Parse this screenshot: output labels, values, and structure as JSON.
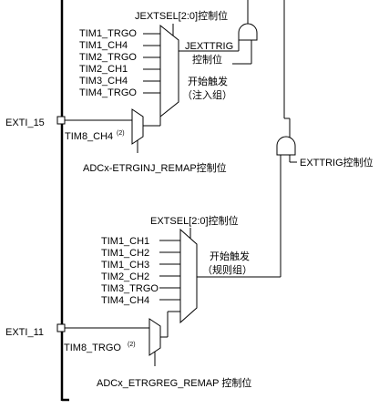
{
  "injected": {
    "select_label": "JEXTSEL[2:0]控制位",
    "trig_label_1": "JEXTTRIG",
    "trig_label_2": "控制位",
    "start_label_1": "开始触发",
    "start_label_2": "（注入组）",
    "inputs": [
      "TIM1_TRGO",
      "TIM1_CH4",
      "TIM2_TRGO",
      "TIM2_CH1",
      "TIM3_CH4",
      "TIM4_TRGO"
    ],
    "exti_label": "EXTI_15",
    "tim8_label": "TIM8_CH4",
    "tim8_note": "(2)",
    "remap_label": "ADCx-ETRGINJ_REMAP控制位"
  },
  "regular": {
    "trig_label": "EXTTRIG控制位",
    "select_label": "EXTSEL[2:0]控制位",
    "inputs": [
      "TIM1_CH1",
      "TIM1_CH2",
      "TIM1_CH3",
      "TIM2_CH2",
      "TIM3_TRGO",
      "TIM4_CH4"
    ],
    "start_label_1": "开始触发",
    "start_label_2": "（规则组）",
    "exti_label": "EXTI_11",
    "tim8_label": "TIM8_TRGO",
    "tim8_note": "(2)",
    "remap_label": "ADCx_ETRGREG_REMAP 控制位"
  }
}
